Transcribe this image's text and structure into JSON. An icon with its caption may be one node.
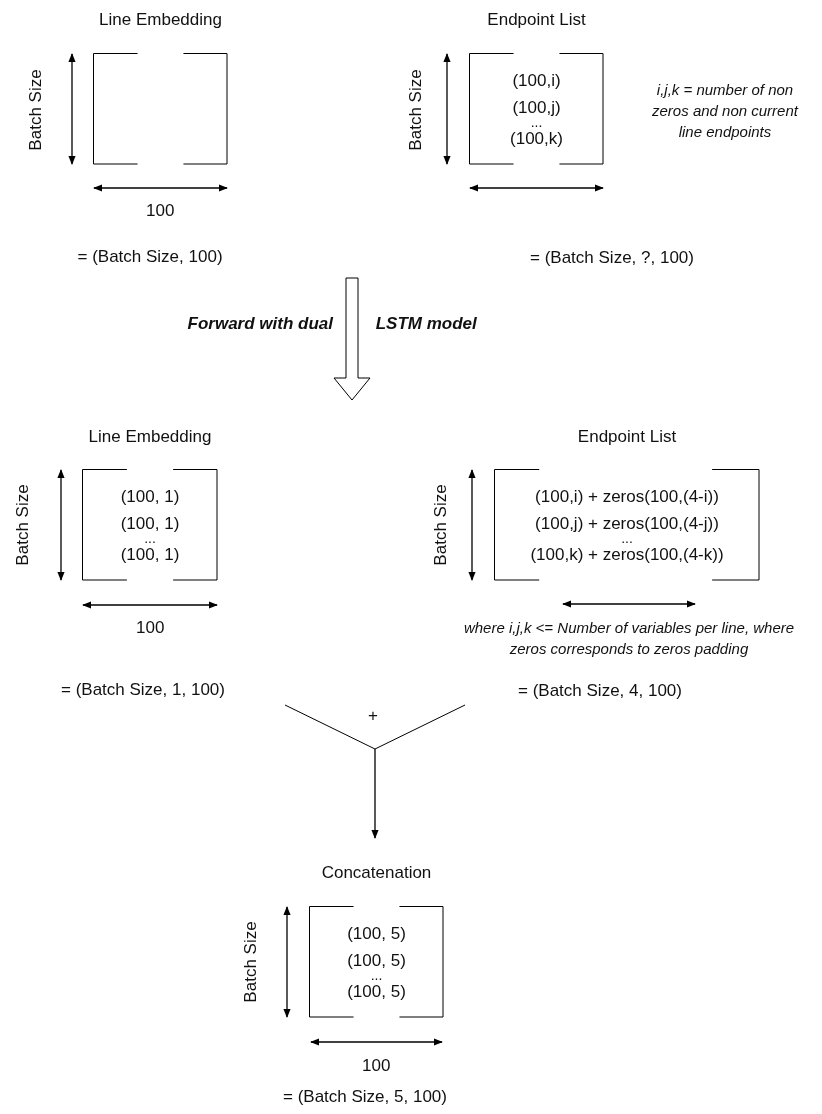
{
  "diagram": {
    "nodes": [
      {
        "text": [
          "Line Embedding"
        ],
        "beside": [
          "Batch Size",
          "100",
          "= (Batch Size, 100)"
        ]
      },
      {
        "text": [
          "Endpoint List",
          "(100,i)",
          "(100,j)",
          "...",
          "(100,k)"
        ],
        "beside": [
          "Batch Size"
        ]
      },
      {
        "text": [
          "Line Embedding",
          "(100, 1)",
          "(100, 1)",
          "...",
          "(100, 1)"
        ],
        "beside": [
          "Batch Size",
          "100",
          "= (Batch Size, 1, 100)"
        ]
      },
      {
        "text": [
          "Endpoint List",
          "(100,i) + zeros(100,(4-i))",
          "(100,j) + zeros(100,(4-j))",
          "...",
          "(100,k) + zeros(100,(4-k))"
        ],
        "beside": [
          "Batch Size"
        ]
      },
      {
        "text": [
          "Concatenation",
          "(100, 5)",
          "(100, 5)",
          "...",
          "(100, 5)"
        ],
        "beside": [
          "Batch Size",
          "100",
          "= (Batch Size, 5, 100)"
        ]
      }
    ],
    "edges": [
      {
        "from": null,
        "to": 4,
        "arrow": "to",
        "label": "+"
      },
      {
        "from": null,
        "to": 4,
        "arrow": "to"
      }
    ],
    "labels": [
      "i,j,k = number of non zeros and non current line endpoints",
      "= (Batch Size, ?, 100)",
      "Forward with dual LSTM model",
      "where i,j,k <= Number of variables per line, where zeros corresponds to zeros padding",
      "= (Batch Size, 4, 100)"
    ]
  }
}
